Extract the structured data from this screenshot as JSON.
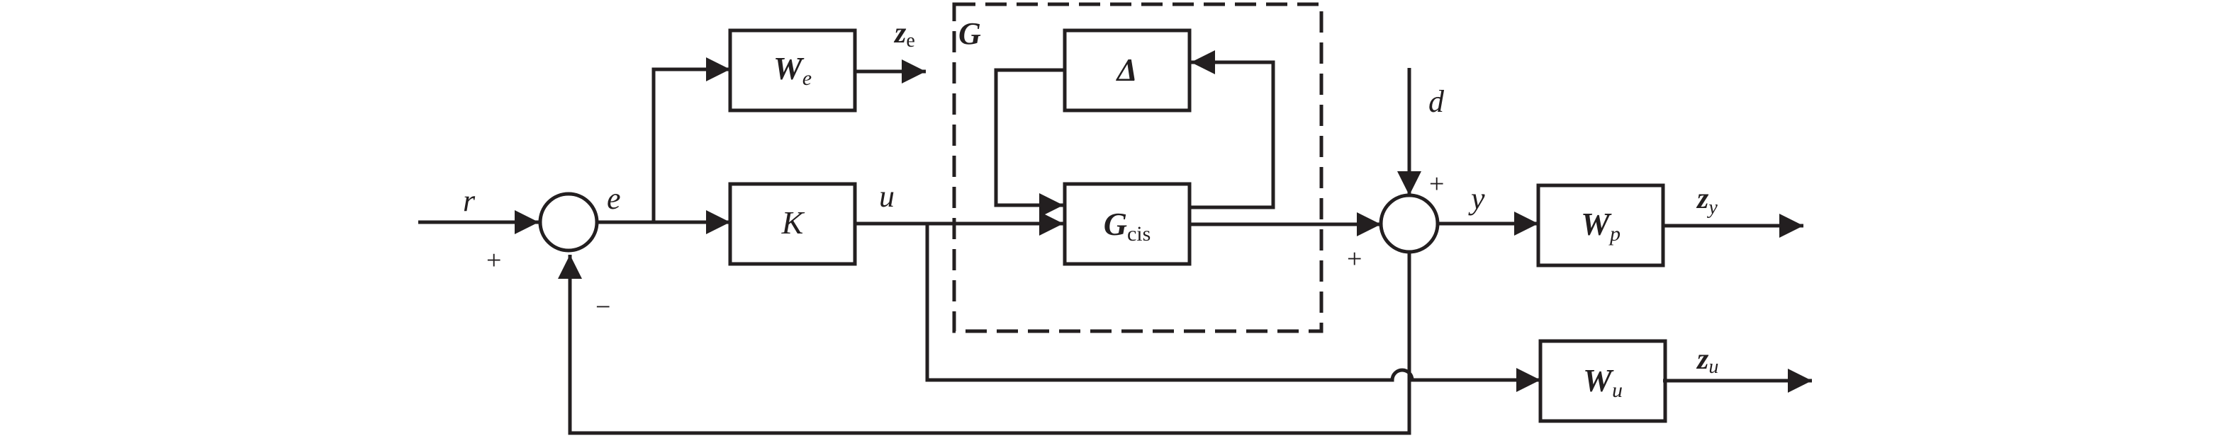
{
  "diagram": {
    "signals": {
      "r": "r",
      "e": "e",
      "u": "u",
      "d": "d",
      "y": "y",
      "z_e": {
        "main": "z",
        "sub": "e"
      },
      "z_y": {
        "main": "z",
        "sub": "y"
      },
      "z_u": {
        "main": "z",
        "sub": "u"
      }
    },
    "blocks": {
      "we": {
        "main": "W",
        "sub": "e"
      },
      "k": {
        "main": "K"
      },
      "delta": {
        "main": "Δ"
      },
      "gcis": {
        "main": "G",
        "sub": "cis"
      },
      "wp": {
        "main": "W",
        "sub": "p"
      },
      "wu": {
        "main": "W",
        "sub": "u"
      }
    },
    "group": {
      "label": "G"
    },
    "signs": {
      "sum1_plus": "+",
      "sum1_minus": "−",
      "sum2_top_plus": "+",
      "sum2_left_plus": "+"
    }
  }
}
